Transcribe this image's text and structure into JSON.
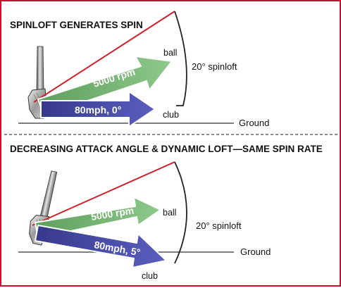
{
  "panel_top": {
    "heading": "SPINLOFT GENERATES SPIN",
    "green_arrow_label": "5000 rpm",
    "blue_arrow_label": "80mph, 0°",
    "ball_label": "ball",
    "club_label": "club",
    "spinloft_label": "20° spinloft",
    "ground_label": "Ground"
  },
  "panel_bottom": {
    "heading": "DECREASING ATTACK ANGLE & DYNAMIC LOFT—SAME SPIN RATE",
    "green_arrow_label": "5000 rpm",
    "blue_arrow_label": "80mph, 5°",
    "ball_label": "ball",
    "club_label": "club",
    "spinloft_label": "20° spinloft",
    "ground_label": "Ground"
  },
  "colors": {
    "border": "#c8102e",
    "loft_line": "#d0202a",
    "green_arrow": "#7cb87a",
    "blue_arrow": "#4b4fa8",
    "ground": "#555555"
  }
}
